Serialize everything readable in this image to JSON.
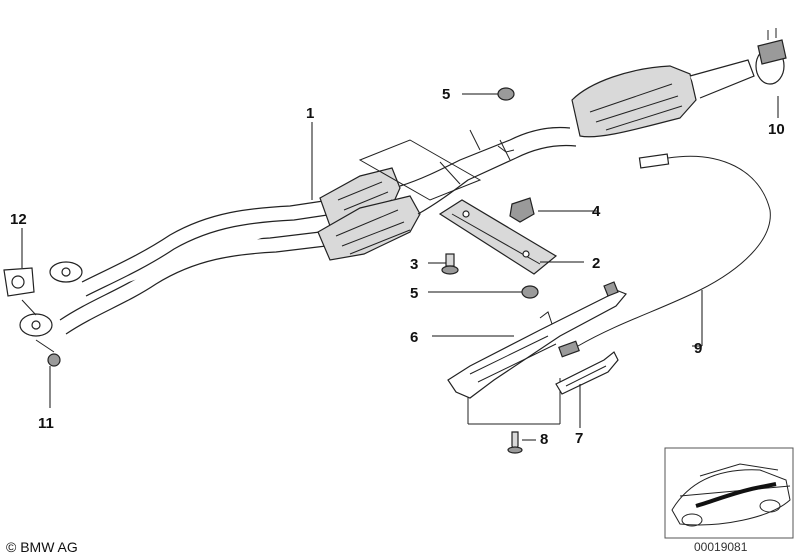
{
  "callouts": {
    "c1": "1",
    "c2": "2",
    "c3": "3",
    "c4": "4",
    "c5a": "5",
    "c5b": "5",
    "c6": "6",
    "c7": "7",
    "c8": "8",
    "c9": "9",
    "c10": "10",
    "c11": "11",
    "c12": "12"
  },
  "footer": {
    "copyright": "© BMW AG",
    "image_number": "00019081"
  }
}
